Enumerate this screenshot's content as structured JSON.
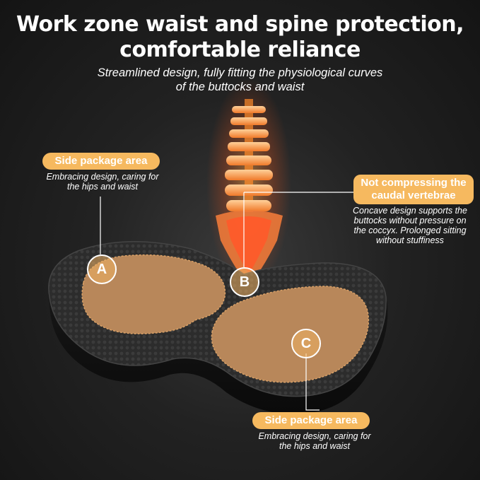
{
  "header": {
    "title_line1": "Work zone waist and spine protection,",
    "title_line2": "comfortable reliance",
    "subtitle_line1": "Streamlined design, fully fitting the physiological curves",
    "subtitle_line2": "of the buttocks and waist"
  },
  "callouts": {
    "a": {
      "label": "Side package area",
      "desc_line1": "Embracing design, caring for",
      "desc_line2": "the hips and waist",
      "marker": "A"
    },
    "b": {
      "label_line1": "Not compressing the",
      "label_line2": "caudal vertebrae",
      "desc_line1": "Concave design supports the",
      "desc_line2": "buttocks without pressure on",
      "desc_line3": "the coccyx. Prolonged sitting",
      "desc_line4": "without stuffiness",
      "marker": "B"
    },
    "c": {
      "label": "Side package area",
      "desc_line1": "Embracing design, caring for",
      "desc_line2": "the hips and waist",
      "marker": "C"
    }
  },
  "colors": {
    "accent": "#f6b95f",
    "pad": "#b8875a",
    "cushion": "#2a2a2a"
  }
}
